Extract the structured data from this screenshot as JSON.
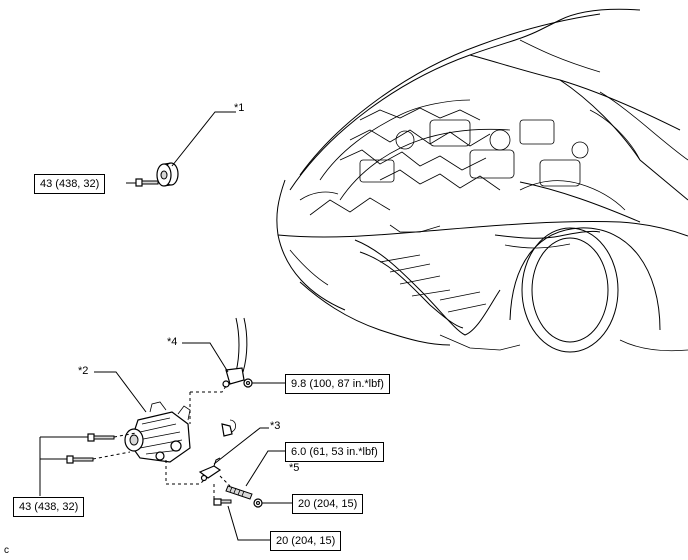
{
  "callouts": {
    "c1": "*1",
    "c2": "*2",
    "c3": "*3",
    "c4": "*4",
    "c5": "*5"
  },
  "torques": {
    "t_idler": "43 (438, 32)",
    "t_terminal": "9.8 (100, 87 in.*lbf)",
    "t_bracket": "6.0 (61, 53 in.*lbf)",
    "t_nut": "20 (204, 15)",
    "t_bolt_lower": "20 (204, 15)",
    "t_alternator": "43 (438, 32)"
  },
  "corner_mark": "c"
}
